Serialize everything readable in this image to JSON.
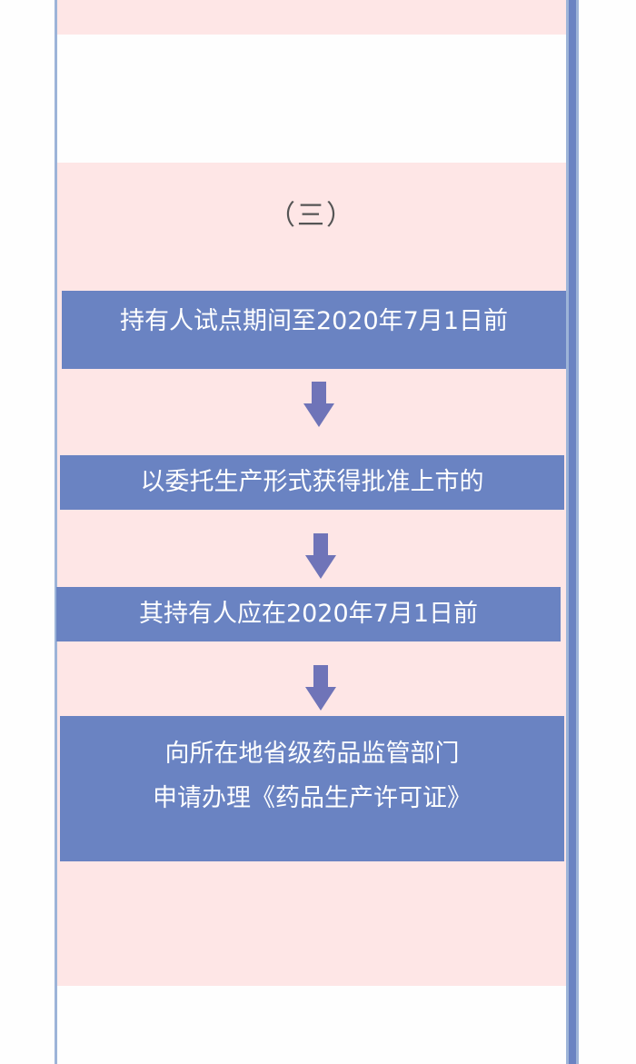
{
  "document": {
    "section_heading": "（三）",
    "colors": {
      "frame_light": "#9db4d8",
      "frame_dark": "#6a83c2",
      "panel_background": "#fee6e6",
      "box_fill": "#6a83c2",
      "box_text": "#ffffff",
      "arrow_fill": "#6f74b8",
      "heading_text": "#555555"
    },
    "flow_steps": [
      {
        "label": "持有人试点期间至2020年7月1日前"
      },
      {
        "label": "以委托生产形式获得批准上市的"
      },
      {
        "label": "其持有人应在2020年7月1日前"
      },
      {
        "lines": [
          "向所在地省级药品监管部门",
          "申请办理《药品生产许可证》"
        ]
      }
    ],
    "arrows": [
      {
        "icon": "arrow-down-icon"
      },
      {
        "icon": "arrow-down-icon"
      },
      {
        "icon": "arrow-down-icon"
      }
    ]
  }
}
